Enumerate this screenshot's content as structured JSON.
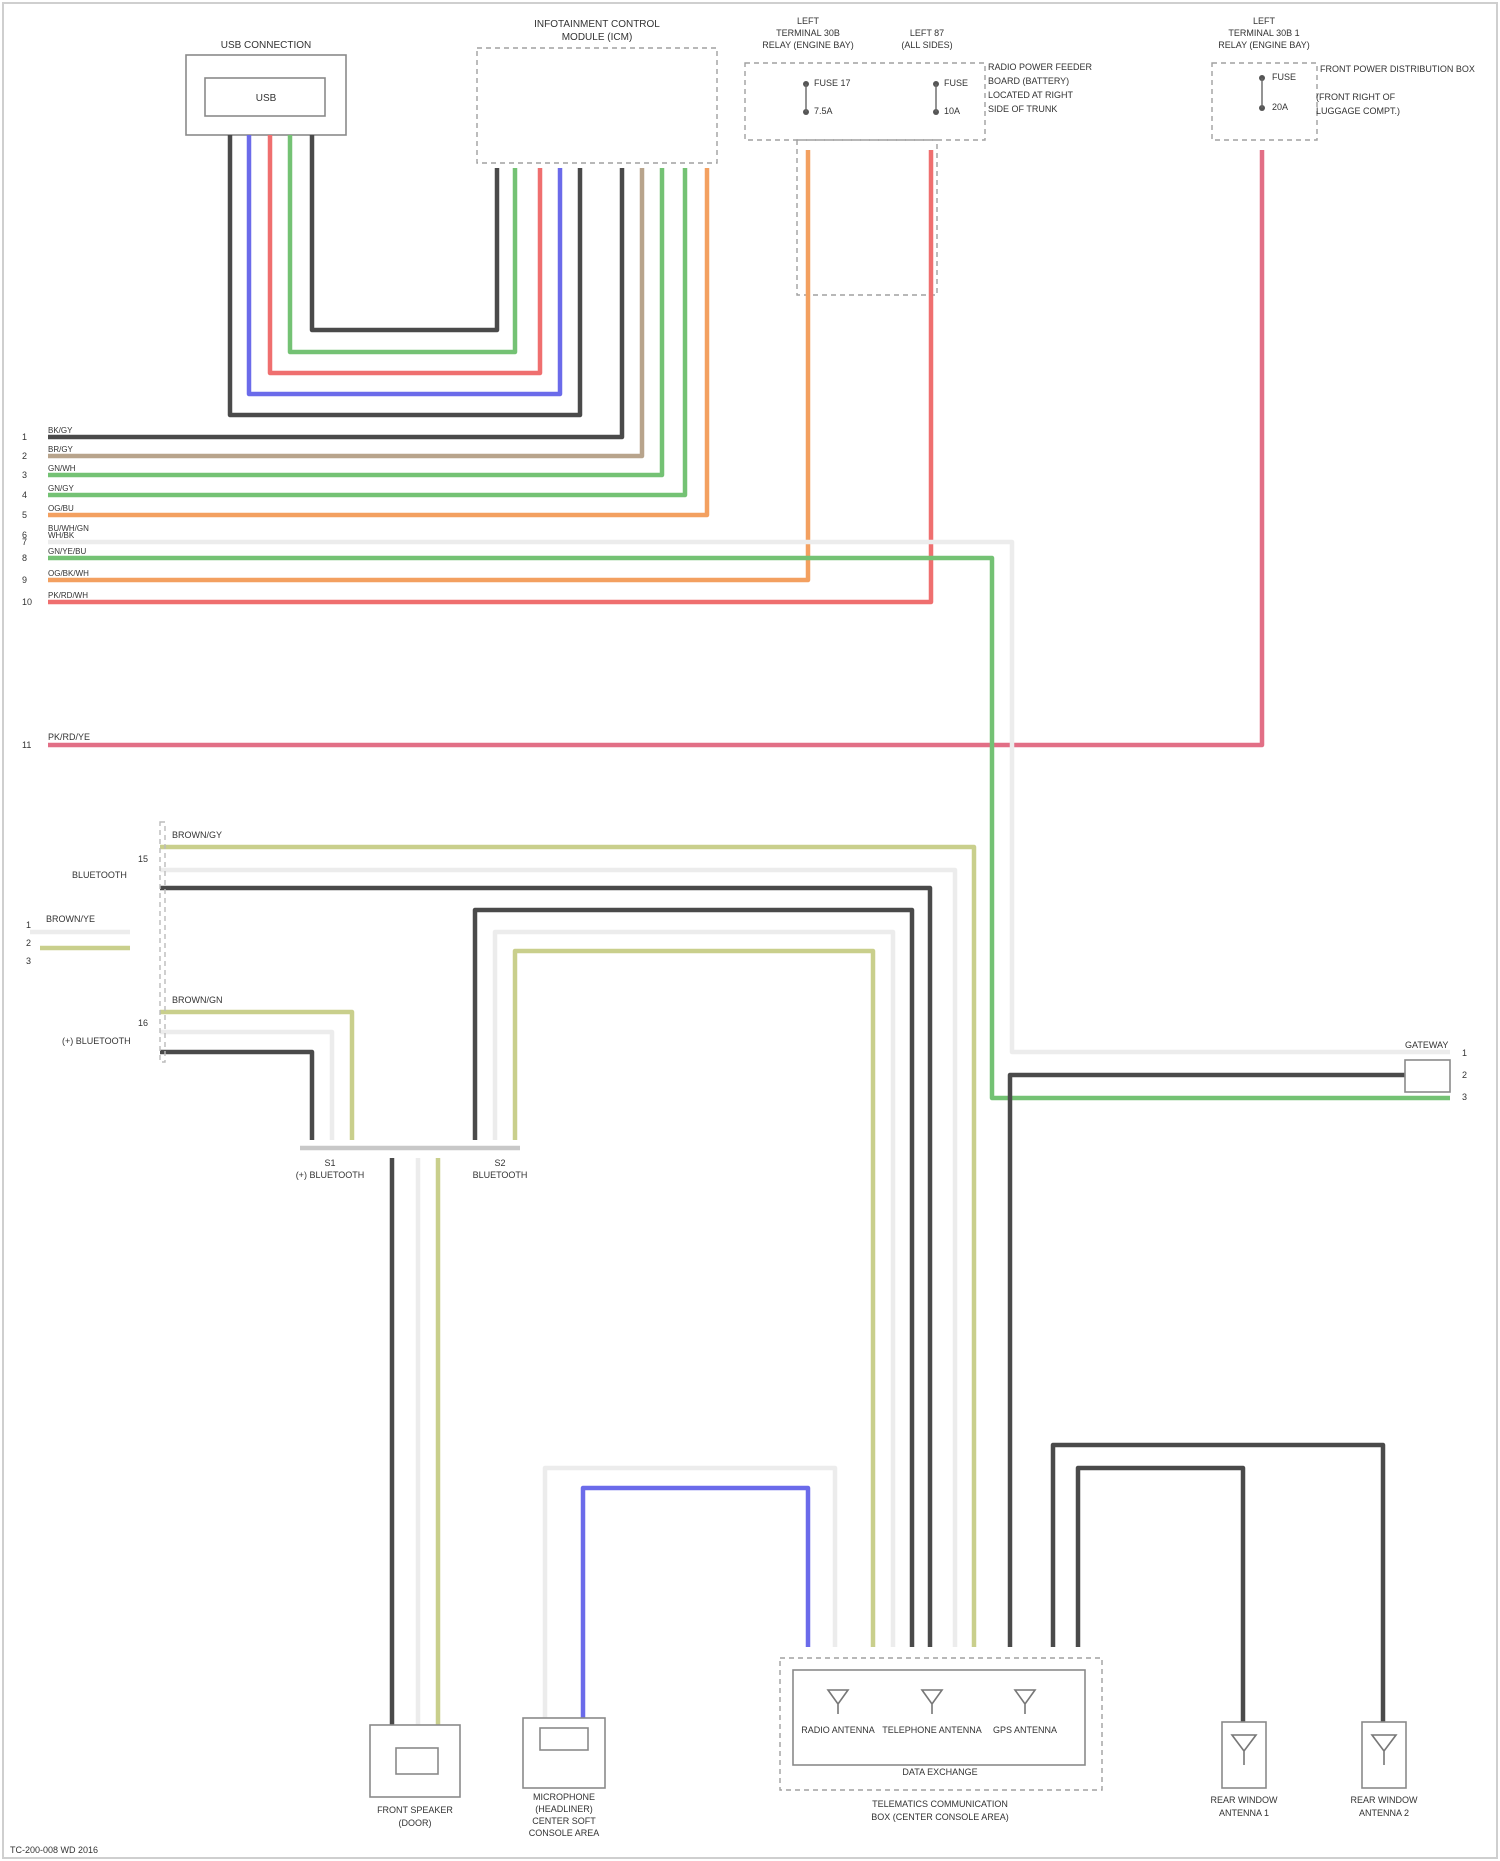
{
  "colors": {
    "black": "#4a4a4a",
    "blue": "#6b6bea",
    "red": "#ef6f6f",
    "green": "#74c274",
    "brown": "#b8a48c",
    "orange": "#f3a060",
    "pink": "#e26f86",
    "yellow_green": "#c9cf8c",
    "gray": "#c8c8c8",
    "white": "#ececec"
  },
  "components": {
    "usb_connection": {
      "title": "USB CONNECTION",
      "inner": "USB"
    },
    "infotainment_module": {
      "title_1": "INFOTAINMENT CONTROL",
      "title_2": "MODULE (ICM)"
    },
    "fuse_left_1": {
      "title_1": "LEFT",
      "title_2": "TERMINAL 30B",
      "title_3": "RELAY (ENGINE BAY)",
      "fuse": "FUSE 17",
      "rating": "7.5A"
    },
    "fuse_left_2": {
      "title_1": "LEFT 87",
      "title_2": "(ALL SIDES)",
      "fuse": "FUSE",
      "rating": "10A",
      "note_1": "RADIO POWER FEEDER",
      "note_2": "BOARD (BATTERY)",
      "note_3": "LOCATED AT RIGHT",
      "note_4": "SIDE OF TRUNK"
    },
    "fuse_right": {
      "title_1": "LEFT",
      "title_2": "TERMINAL 30B 1",
      "title_3": "RELAY (ENGINE BAY)",
      "fuse": "FUSE",
      "rating": "20A",
      "note_1": "FRONT POWER DISTRIBUTION BOX",
      "note_2": "(FRONT RIGHT OF",
      "note_3": "LUGGAGE COMPT.)"
    },
    "head_unit": {
      "subsection": "DATA EXCHANGE",
      "antenna_1": "RADIO ANTENNA",
      "antenna_2": "TELEPHONE ANTENNA",
      "antenna_3": "GPS ANTENNA",
      "title_1": "TELEMATICS COMMUNICATION",
      "title_2": "BOX (CENTER CONSOLE AREA)"
    },
    "front_speaker": {
      "title_1": "FRONT SPEAKER",
      "title_2": "(DOOR)"
    },
    "microphone": {
      "title_1": "MICROPHONE",
      "title_2": "(HEADLINER)",
      "title_3": "CENTER SOFT",
      "title_4": "CONSOLE AREA"
    },
    "antenna_a": {
      "title_1": "REAR WINDOW",
      "title_2": "ANTENNA 1"
    },
    "antenna_b": {
      "title_1": "REAR WINDOW",
      "title_2": "ANTENNA 2"
    },
    "splice_left": {
      "label": "S1",
      "sub": "(+) BLUETOOTH"
    },
    "splice_right": {
      "label": "S2",
      "sub": "BLUETOOTH"
    },
    "right_connector": {
      "label": "GATEWAY",
      "pin_1": "1",
      "pin_2": "2",
      "pin_3": "3"
    }
  },
  "left_wire_labels": [
    {
      "pin": "1",
      "code": "BK/GY"
    },
    {
      "pin": "2",
      "code": "BR/GY"
    },
    {
      "pin": "3",
      "code": "GN/WH"
    },
    {
      "pin": "4",
      "code": "GN/GY"
    },
    {
      "pin": "5",
      "code": "OG/BU"
    },
    {
      "pin": "6",
      "code": "BU/WH/GN"
    },
    {
      "pin": "7",
      "code": "WH/BK"
    },
    {
      "pin": "8",
      "code": "GN/YE/BU"
    },
    {
      "pin": "9",
      "code": "OG/BK/WH"
    },
    {
      "pin": "10",
      "code": "PK/RD/WH"
    }
  ],
  "fused_feed": {
    "pin": "11",
    "code": "PK/RD/YE"
  },
  "left_module_labels": {
    "group_1": {
      "header": "BROWN/GY",
      "pin": "15",
      "sub": "BLUETOOTH"
    },
    "group_2": {
      "header": "BROWN/YE",
      "pin_a": "1",
      "pin_b": "2",
      "pin_c": "3"
    },
    "group_3": {
      "header": "BROWN/GN",
      "pin": "16",
      "sub": "(+) BLUETOOTH"
    }
  },
  "footer": "TC-200-008 WD 2016"
}
